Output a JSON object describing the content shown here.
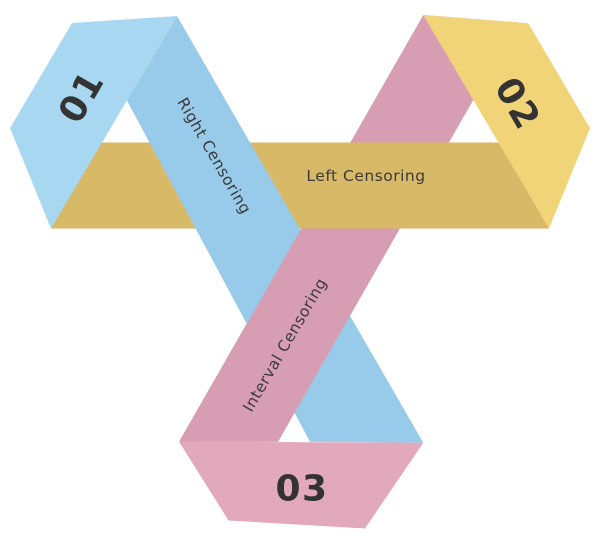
{
  "figure": {
    "description": "Three interwoven folded ribbons forming a trefoil infographic about censoring types",
    "background_color": "#ffffff",
    "label_color": "#3a3a3a",
    "number_color": "#333333",
    "steps": [
      {
        "number": "01",
        "label": "Right Censoring",
        "face_color": "#a8d8f1",
        "band_color": "#97cbe9"
      },
      {
        "number": "02",
        "label": "Left Censoring",
        "face_color": "#f2d478",
        "band_color": "#d7b967"
      },
      {
        "number": "03",
        "label": "Interval Censoring",
        "face_color": "#e2a9bc",
        "band_color": "#d79db2"
      }
    ]
  }
}
